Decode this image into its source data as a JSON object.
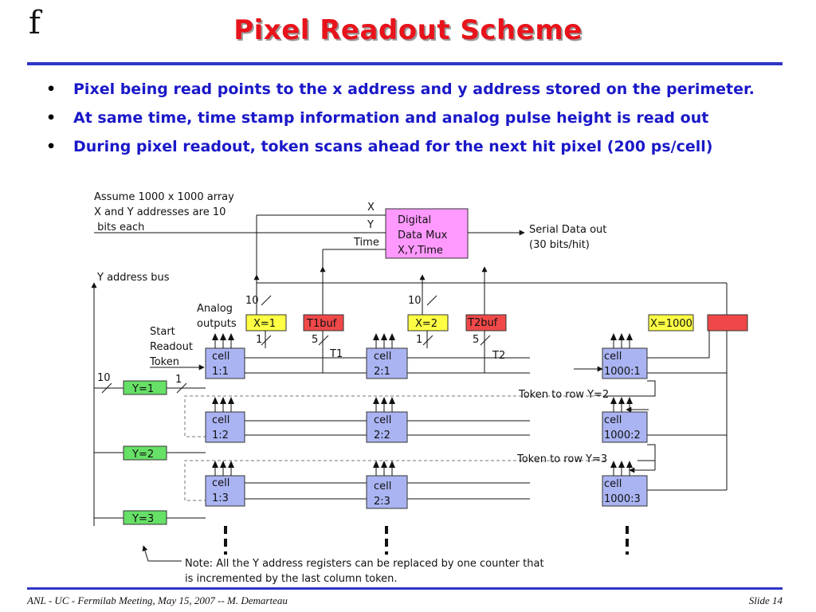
{
  "header": {
    "logo": "f",
    "title": "Pixel Readout Scheme"
  },
  "bullets": [
    "Pixel being read points to the x address and y address stored on the perimeter.",
    "At same time, time stamp information and analog pulse height is read out",
    "During pixel readout, token scans ahead for the next hit pixel (200 ps/cell)"
  ],
  "diagram": {
    "assume": [
      "Assume 1000 x 1000 array",
      "X and Y addresses are 10",
      " bits each"
    ],
    "mux": [
      "Digital",
      "Data Mux",
      "X,Y,Time"
    ],
    "mux_inputs": [
      "X",
      "Y",
      "Time"
    ],
    "serial_out": [
      "Serial Data out",
      "(30 bits/hit)"
    ],
    "y_bus": "Y address bus",
    "analog": [
      "Analog",
      "outputs"
    ],
    "start_token": [
      "Start",
      "Readout",
      "Token"
    ],
    "x_regs": [
      "X=1",
      "X=2",
      "X=1000"
    ],
    "t_bufs": [
      "T1buf",
      "T2buf"
    ],
    "t_labels": [
      "T1",
      "T2"
    ],
    "y_regs": [
      "Y=1",
      "Y=2",
      "Y=3"
    ],
    "bus_widths": [
      "10",
      "10",
      "10",
      "1",
      "5",
      "1",
      "5",
      "1"
    ],
    "cells": [
      [
        "cell",
        "1:1"
      ],
      [
        "cell",
        "2:1"
      ],
      [
        "cell",
        "1000:1"
      ],
      [
        "cell",
        "1:2"
      ],
      [
        "cell",
        "2:2"
      ],
      [
        "cell",
        "1000:2"
      ],
      [
        "cell",
        "1:3"
      ],
      [
        "cell",
        "2:3"
      ],
      [
        "cell",
        "1000:3"
      ]
    ],
    "token_rows": [
      "Token to row Y=2",
      "Token to row Y=3"
    ],
    "note": [
      "Note: All the Y address registers can be replaced by one counter that",
      "is incremented by the last column token."
    ],
    "colors": {
      "mux": "#ff99ff",
      "cell": "#aab4f2",
      "xreg": "#ffff44",
      "tbuf": "#f04848",
      "yreg": "#66e066"
    }
  },
  "footer": {
    "left": "ANL - UC - Fermilab Meeting, May 15, 2007 -- M. Demarteau",
    "right": "Slide 14"
  }
}
